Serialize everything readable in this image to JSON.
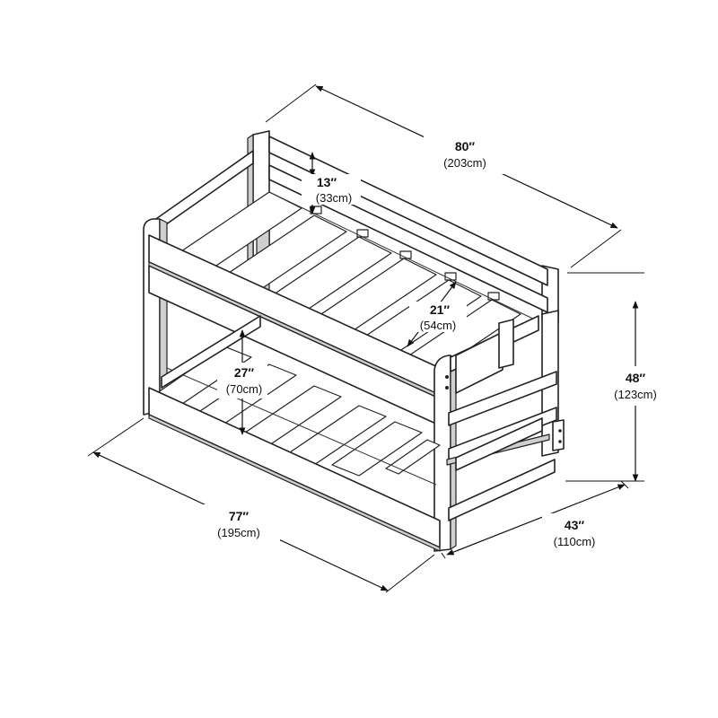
{
  "dimensions": {
    "length_top": {
      "imperial": "80″",
      "metric": "(203cm)"
    },
    "length_bottom": {
      "imperial": "77″",
      "metric": "(195cm)"
    },
    "height": {
      "imperial": "48″",
      "metric": "(123cm)"
    },
    "depth": {
      "imperial": "43″",
      "metric": "(110cm)"
    },
    "guardrail": {
      "imperial": "13″",
      "metric": "(33cm)"
    },
    "ladder_opening": {
      "imperial": "21″",
      "metric": "(54cm)"
    },
    "clearance": {
      "imperial": "27″",
      "metric": "(70cm)"
    }
  }
}
